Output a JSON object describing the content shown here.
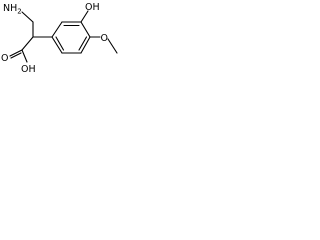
{
  "molecule": {
    "atom_labels": {
      "amine": "NH",
      "amine_subscript": "2",
      "hydroxyl_ring": "OH",
      "methoxy_oxygen": "O",
      "carbonyl_oxygen": "O",
      "acid_hydroxyl": "OH"
    },
    "colors": {
      "bond": "#000000",
      "text": "#000000",
      "background": "#ffffff"
    }
  }
}
